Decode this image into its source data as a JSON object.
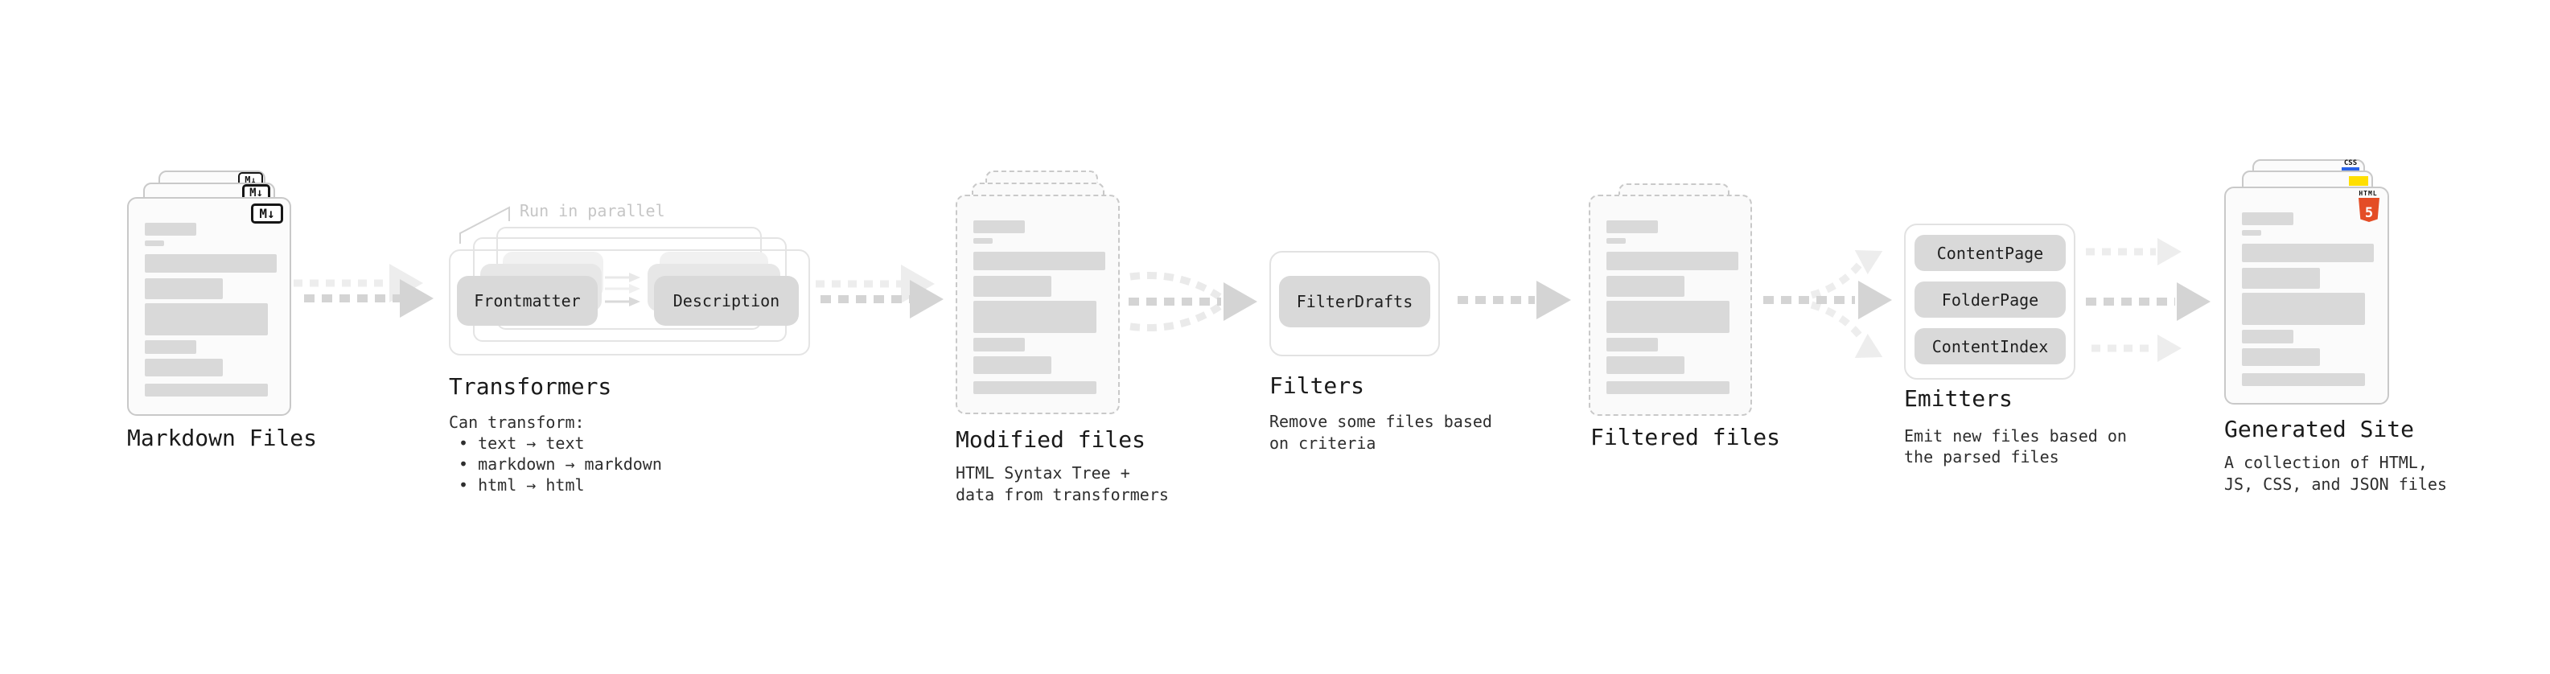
{
  "stages": {
    "markdown_files": {
      "label": "Markdown Files",
      "badge": "M↓"
    },
    "transformers": {
      "note": "Run in parallel",
      "node_a": "Frontmatter",
      "node_b": "Description",
      "title": "Transformers",
      "caption": "Can transform:",
      "bullets": [
        "• text → text",
        "• markdown → markdown",
        "• html → html"
      ]
    },
    "modified_files": {
      "label": "Modified files",
      "caption_line1": "HTML Syntax Tree +",
      "caption_line2": "data from transformers"
    },
    "filters": {
      "title": "Filters",
      "node": "FilterDrafts",
      "caption_line1": "Remove some files based",
      "caption_line2": "on criteria"
    },
    "filtered_files": {
      "label": "Filtered files"
    },
    "emitters": {
      "title": "Emitters",
      "nodes": [
        "ContentPage",
        "FolderPage",
        "ContentIndex"
      ],
      "caption_line1": "Emit new files based on",
      "caption_line2": "the parsed files"
    },
    "generated_site": {
      "label": "Generated Site",
      "caption_line1": "A collection of HTML,",
      "caption_line2": "JS, CSS, and JSON files",
      "css_badge": "CSS",
      "html5_word": "HTML",
      "html5_number": "5"
    }
  },
  "colors": {
    "html5_orange": "#e44d26",
    "css_blue": "#2a63e8",
    "js_yellow": "#ffdf00",
    "arrow_dark": "#d4d4d4",
    "arrow_light": "#ededed"
  }
}
